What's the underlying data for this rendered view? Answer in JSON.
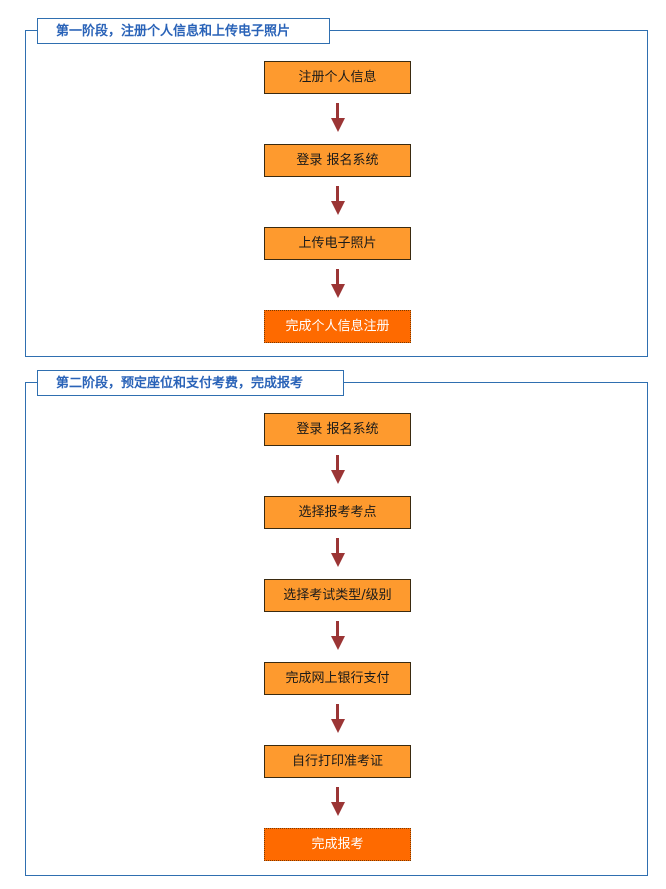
{
  "colors": {
    "border": "#2f6fb0",
    "title_text": "#2a63b8",
    "step_fill": "#fe9a2e",
    "final_fill": "#fe6a00",
    "arrow": "#9b3535"
  },
  "stage1": {
    "title": "第一阶段，注册个人信息和上传电子照片",
    "steps": [
      "注册个人信息",
      "登录 报名系统",
      "上传电子照片"
    ],
    "final": "完成个人信息注册"
  },
  "stage2": {
    "title": "第二阶段，预定座位和支付考费，完成报考",
    "steps": [
      "登录 报名系统",
      "选择报考考点",
      "选择考试类型/级别",
      "完成网上银行支付",
      "自行打印准考证"
    ],
    "final": "完成报考"
  }
}
